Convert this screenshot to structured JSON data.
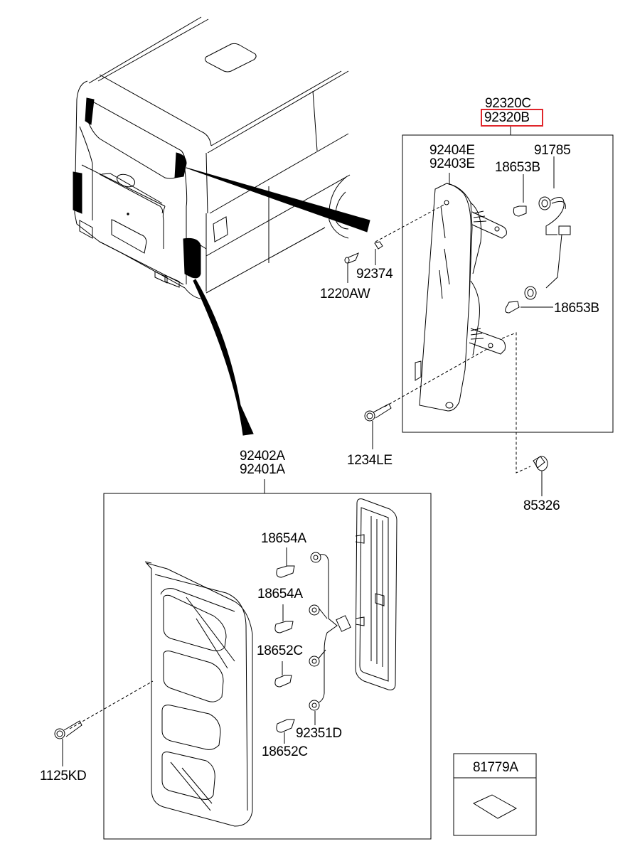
{
  "diagram": {
    "title": "Rear Combination Lamp Assembly",
    "highlight_color": "#e0262b",
    "line_color": "#000000",
    "background_color": "#ffffff"
  },
  "labels": {
    "upper_assembly_c": "92320C",
    "upper_assembly_b": "92320B",
    "upper_lamp_e1": "92404E",
    "upper_lamp_e2": "92403E",
    "upper_socket_harness": "91785",
    "upper_bulb_top": "18653B",
    "upper_bulb_bottom": "18653B",
    "clip": "92374",
    "screw_small": "1220AW",
    "bolt_upper": "1234LE",
    "nut_clip": "85326",
    "lower_assembly_a1": "92402A",
    "lower_assembly_a2": "92401A",
    "bulb_1": "18654A",
    "bulb_2": "18654A",
    "bulb_3": "18652C",
    "bulb_4": "18652C",
    "socket_harness_lower": "92351D",
    "bolt_lower": "1125KD",
    "label_plate": "81779A"
  },
  "highlighted_part": "92320B"
}
